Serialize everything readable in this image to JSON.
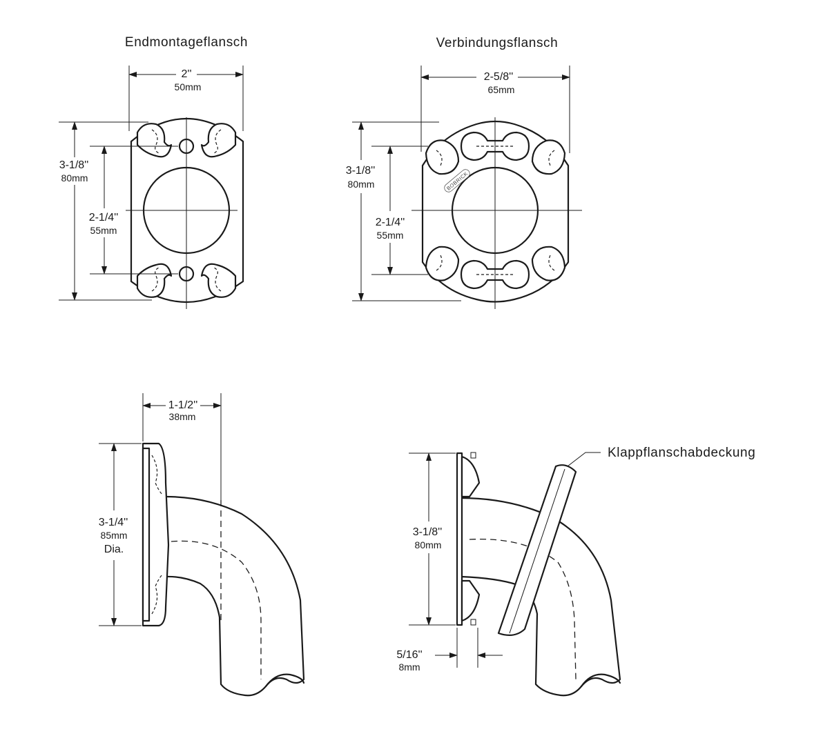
{
  "titles": {
    "end_mount": "Endmontageflansch",
    "connection": "Verbindungsflansch",
    "cover": "Klappflanschabdeckung"
  },
  "brand_mark": "BOBRICK",
  "end_mount": {
    "width": {
      "in": "2''",
      "mm": "50mm"
    },
    "height": {
      "in": "3-1/8''",
      "mm": "80mm"
    },
    "hole_spacing": {
      "in": "2-1/4''",
      "mm": "55mm"
    }
  },
  "connection": {
    "width": {
      "in": "2-5/8''",
      "mm": "65mm"
    },
    "height": {
      "in": "3-1/8''",
      "mm": "80mm"
    },
    "hole_spacing": {
      "in": "2-1/4''",
      "mm": "55mm"
    }
  },
  "side_left": {
    "depth": {
      "in": "1-1/2''",
      "mm": "38mm"
    },
    "diameter": {
      "in": "3-1/4''",
      "mm": "85mm",
      "note": "Dia."
    }
  },
  "side_right": {
    "height": {
      "in": "3-1/8''",
      "mm": "80mm"
    },
    "thickness": {
      "in": "5/16''",
      "mm": "8mm"
    }
  }
}
